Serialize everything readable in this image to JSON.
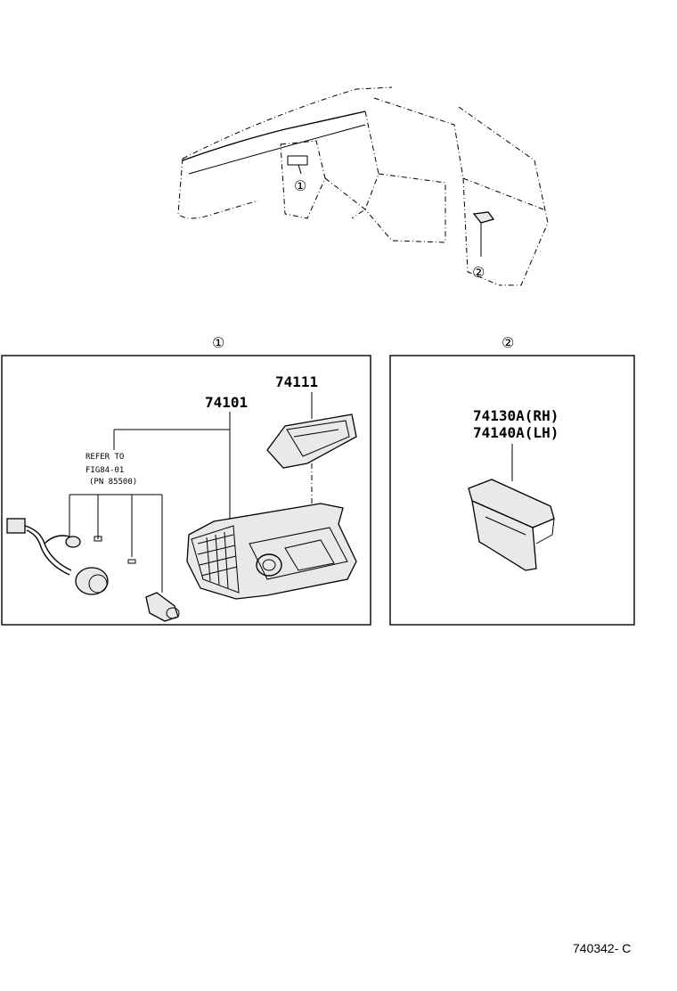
{
  "overview": {
    "callout_1": "①",
    "callout_2": "②"
  },
  "panel_1": {
    "callout": "①",
    "parts": [
      {
        "number": "74111"
      },
      {
        "number": "74101"
      }
    ],
    "refer_note": [
      "REFER TO",
      "FIG84-01",
      "(PN 85500)"
    ]
  },
  "panel_2": {
    "callout": "②",
    "parts": [
      {
        "number": "74130A(RH)"
      },
      {
        "number": "74140A(LH)"
      }
    ]
  },
  "footer": {
    "diagram_code": "740342- C"
  }
}
